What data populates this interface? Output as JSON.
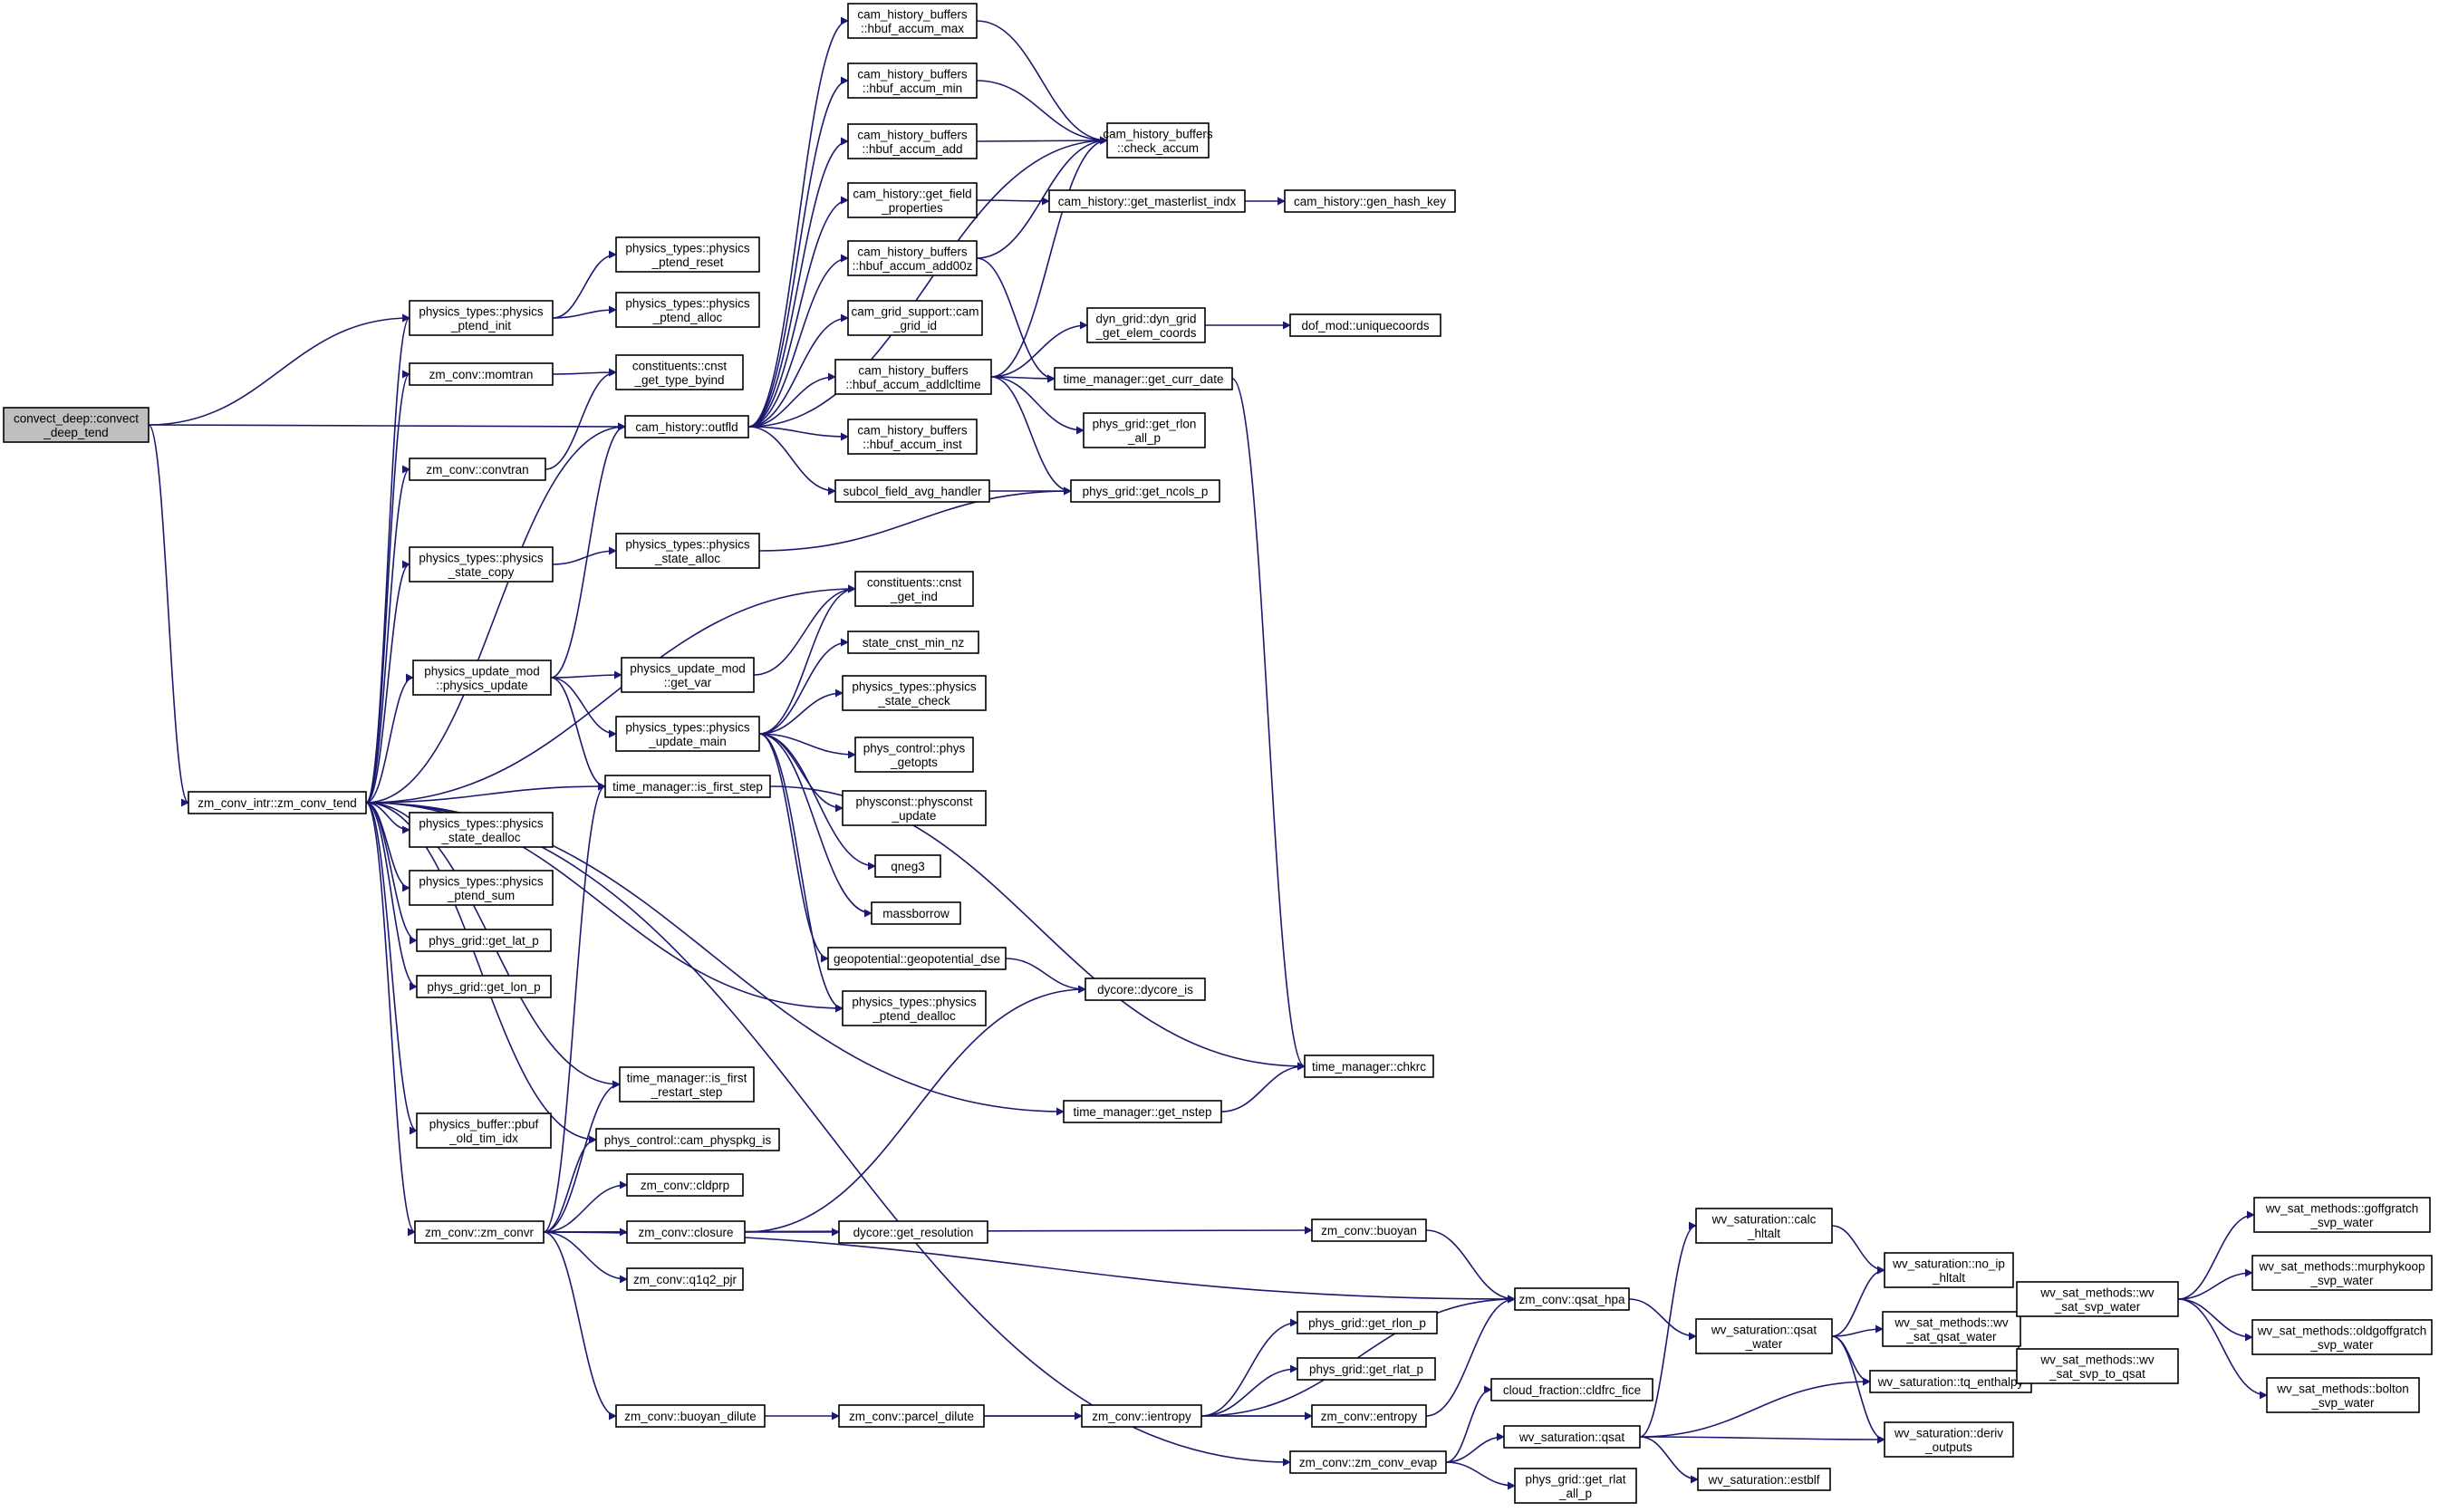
{
  "graph": {
    "root": "convect_deep",
    "edge_color": "#191970",
    "root_fill": "#bfbfbf",
    "nodes": [
      {
        "id": "convect_deep",
        "lines": [
          "convect_deep::convect",
          "_deep_tend"
        ]
      },
      {
        "id": "zm_conv_tend",
        "lines": [
          "zm_conv_intr::zm_conv_tend"
        ]
      },
      {
        "id": "ptend_init",
        "lines": [
          "physics_types::physics",
          "_ptend_init"
        ]
      },
      {
        "id": "ptend_reset",
        "lines": [
          "physics_types::physics",
          "_ptend_reset"
        ]
      },
      {
        "id": "ptend_alloc",
        "lines": [
          "physics_types::physics",
          "_ptend_alloc"
        ]
      },
      {
        "id": "momtran",
        "lines": [
          "zm_conv::momtran"
        ]
      },
      {
        "id": "cnst_get_type_byind",
        "lines": [
          "constituents::cnst",
          "_get_type_byind"
        ]
      },
      {
        "id": "outfld",
        "lines": [
          "cam_history::outfld"
        ]
      },
      {
        "id": "convtran",
        "lines": [
          "zm_conv::convtran"
        ]
      },
      {
        "id": "state_copy",
        "lines": [
          "physics_types::physics",
          "_state_copy"
        ]
      },
      {
        "id": "state_alloc",
        "lines": [
          "physics_types::physics",
          "_state_alloc"
        ]
      },
      {
        "id": "physics_update",
        "lines": [
          "physics_update_mod",
          "::physics_update"
        ]
      },
      {
        "id": "get_var",
        "lines": [
          "physics_update_mod",
          "::get_var"
        ]
      },
      {
        "id": "update_main",
        "lines": [
          "physics_types::physics",
          "_update_main"
        ]
      },
      {
        "id": "is_first_step",
        "lines": [
          "time_manager::is_first_step"
        ]
      },
      {
        "id": "state_dealloc",
        "lines": [
          "physics_types::physics",
          "_state_dealloc"
        ]
      },
      {
        "id": "ptend_sum",
        "lines": [
          "physics_types::physics",
          "_ptend_sum"
        ]
      },
      {
        "id": "get_lat_p",
        "lines": [
          "phys_grid::get_lat_p"
        ]
      },
      {
        "id": "get_lon_p",
        "lines": [
          "phys_grid::get_lon_p"
        ]
      },
      {
        "id": "is_first_restart",
        "lines": [
          "time_manager::is_first",
          "_restart_step"
        ]
      },
      {
        "id": "pbuf_old_tim",
        "lines": [
          "physics_buffer::pbuf",
          "_old_tim_idx"
        ]
      },
      {
        "id": "cam_physpkg_is",
        "lines": [
          "phys_control::cam_physpkg_is"
        ]
      },
      {
        "id": "zm_convr",
        "lines": [
          "zm_conv::zm_convr"
        ]
      },
      {
        "id": "cldprp",
        "lines": [
          "zm_conv::cldprp"
        ]
      },
      {
        "id": "closure",
        "lines": [
          "zm_conv::closure"
        ]
      },
      {
        "id": "q1q2_pjr",
        "lines": [
          "zm_conv::q1q2_pjr"
        ]
      },
      {
        "id": "buoyan_dilute",
        "lines": [
          "zm_conv::buoyan_dilute"
        ]
      },
      {
        "id": "hbuf_accum_max",
        "lines": [
          "cam_history_buffers",
          "::hbuf_accum_max"
        ]
      },
      {
        "id": "hbuf_accum_min",
        "lines": [
          "cam_history_buffers",
          "::hbuf_accum_min"
        ]
      },
      {
        "id": "hbuf_accum_add",
        "lines": [
          "cam_history_buffers",
          "::hbuf_accum_add"
        ]
      },
      {
        "id": "get_field_properties",
        "lines": [
          "cam_history::get_field",
          "_properties"
        ]
      },
      {
        "id": "hbuf_accum_add00z",
        "lines": [
          "cam_history_buffers",
          "::hbuf_accum_add00z"
        ]
      },
      {
        "id": "cam_grid_id",
        "lines": [
          "cam_grid_support::cam",
          "_grid_id"
        ]
      },
      {
        "id": "hbuf_accum_addlcltime",
        "lines": [
          "cam_history_buffers",
          "::hbuf_accum_addlcltime"
        ]
      },
      {
        "id": "hbuf_accum_inst",
        "lines": [
          "cam_history_buffers",
          "::hbuf_accum_inst"
        ]
      },
      {
        "id": "subcol_field_avg",
        "lines": [
          "subcol_field_avg_handler"
        ]
      },
      {
        "id": "cnst_get_ind",
        "lines": [
          "constituents::cnst",
          "_get_ind"
        ]
      },
      {
        "id": "state_cnst_min_nz",
        "lines": [
          "state_cnst_min_nz"
        ]
      },
      {
        "id": "state_check",
        "lines": [
          "physics_types::physics",
          "_state_check"
        ]
      },
      {
        "id": "phys_getopts",
        "lines": [
          "phys_control::phys",
          "_getopts"
        ]
      },
      {
        "id": "physconst_update",
        "lines": [
          "physconst::physconst",
          "_update"
        ]
      },
      {
        "id": "qneg3",
        "lines": [
          "qneg3"
        ]
      },
      {
        "id": "massborrow",
        "lines": [
          "massborrow"
        ]
      },
      {
        "id": "geopotential_dse",
        "lines": [
          "geopotential::geopotential_dse"
        ]
      },
      {
        "id": "ptend_dealloc",
        "lines": [
          "physics_types::physics",
          "_ptend_dealloc"
        ]
      },
      {
        "id": "get_resolution",
        "lines": [
          "dycore::get_resolution"
        ]
      },
      {
        "id": "parcel_dilute",
        "lines": [
          "zm_conv::parcel_dilute"
        ]
      },
      {
        "id": "check_accum",
        "lines": [
          "cam_history_buffers",
          "::check_accum"
        ]
      },
      {
        "id": "get_masterlist_indx",
        "lines": [
          "cam_history::get_masterlist_indx"
        ]
      },
      {
        "id": "gen_hash_key",
        "lines": [
          "cam_history::gen_hash_key"
        ]
      },
      {
        "id": "get_elem_coords",
        "lines": [
          "dyn_grid::dyn_grid",
          "_get_elem_coords"
        ]
      },
      {
        "id": "uniquecoords",
        "lines": [
          "dof_mod::uniquecoords"
        ]
      },
      {
        "id": "get_curr_date",
        "lines": [
          "time_manager::get_curr_date"
        ]
      },
      {
        "id": "get_rlon_all_p",
        "lines": [
          "phys_grid::get_rlon",
          "_all_p"
        ]
      },
      {
        "id": "get_ncols_p",
        "lines": [
          "phys_grid::get_ncols_p"
        ]
      },
      {
        "id": "dycore_is",
        "lines": [
          "dycore::dycore_is"
        ]
      },
      {
        "id": "chkrc",
        "lines": [
          "time_manager::chkrc"
        ]
      },
      {
        "id": "get_nstep",
        "lines": [
          "time_manager::get_nstep"
        ]
      },
      {
        "id": "zm_buoyan",
        "lines": [
          "zm_conv::buoyan"
        ]
      },
      {
        "id": "ientropy",
        "lines": [
          "zm_conv::ientropy"
        ]
      },
      {
        "id": "zm_conv_evap",
        "lines": [
          "zm_conv::zm_conv_evap"
        ]
      },
      {
        "id": "get_rlon_p",
        "lines": [
          "phys_grid::get_rlon_p"
        ]
      },
      {
        "id": "get_rlat_p",
        "lines": [
          "phys_grid::get_rlat_p"
        ]
      },
      {
        "id": "zm_entropy",
        "lines": [
          "zm_conv::entropy"
        ]
      },
      {
        "id": "qsat_hpa",
        "lines": [
          "zm_conv::qsat_hpa"
        ]
      },
      {
        "id": "cldfrc_fice",
        "lines": [
          "cloud_fraction::cldfrc_fice"
        ]
      },
      {
        "id": "wv_qsat",
        "lines": [
          "wv_saturation::qsat"
        ]
      },
      {
        "id": "get_rlat_all_p",
        "lines": [
          "phys_grid::get_rlat",
          "_all_p"
        ]
      },
      {
        "id": "calc_hltalt",
        "lines": [
          "wv_saturation::calc",
          "_hltalt"
        ]
      },
      {
        "id": "qsat_water",
        "lines": [
          "wv_saturation::qsat",
          "_water"
        ]
      },
      {
        "id": "estblf",
        "lines": [
          "wv_saturation::estblf"
        ]
      },
      {
        "id": "no_ip_hltalt",
        "lines": [
          "wv_saturation::no_ip",
          "_hltalt"
        ]
      },
      {
        "id": "wv_sat_qsat_water",
        "lines": [
          "wv_sat_methods::wv",
          "_sat_qsat_water"
        ]
      },
      {
        "id": "tq_enthalpy",
        "lines": [
          "wv_saturation::tq_enthalpy"
        ]
      },
      {
        "id": "deriv_outputs",
        "lines": [
          "wv_saturation::deriv",
          "_outputs"
        ]
      },
      {
        "id": "wv_sat_svp_water",
        "lines": [
          "wv_sat_methods::wv",
          "_sat_svp_water"
        ]
      },
      {
        "id": "wv_sat_svp_to_qsat",
        "lines": [
          "wv_sat_methods::wv",
          "_sat_svp_to_qsat"
        ]
      },
      {
        "id": "goffgratch",
        "lines": [
          "wv_sat_methods::goffgratch",
          "_svp_water"
        ]
      },
      {
        "id": "murphykoop",
        "lines": [
          "wv_sat_methods::murphykoop",
          "_svp_water"
        ]
      },
      {
        "id": "oldgoffgratch",
        "lines": [
          "wv_sat_methods::oldgoffgratch",
          "_svp_water"
        ]
      },
      {
        "id": "bolton",
        "lines": [
          "wv_sat_methods::bolton",
          "_svp_water"
        ]
      }
    ],
    "edges": [
      [
        "convect_deep",
        "zm_conv_tend"
      ],
      [
        "convect_deep",
        "ptend_init"
      ],
      [
        "convect_deep",
        "outfld"
      ],
      [
        "zm_conv_tend",
        "ptend_init"
      ],
      [
        "zm_conv_tend",
        "momtran"
      ],
      [
        "zm_conv_tend",
        "outfld"
      ],
      [
        "zm_conv_tend",
        "convtran"
      ],
      [
        "zm_conv_tend",
        "state_copy"
      ],
      [
        "zm_conv_tend",
        "physics_update"
      ],
      [
        "zm_conv_tend",
        "is_first_step"
      ],
      [
        "zm_conv_tend",
        "state_dealloc"
      ],
      [
        "zm_conv_tend",
        "ptend_sum"
      ],
      [
        "zm_conv_tend",
        "get_lat_p"
      ],
      [
        "zm_conv_tend",
        "get_lon_p"
      ],
      [
        "zm_conv_tend",
        "is_first_restart"
      ],
      [
        "zm_conv_tend",
        "pbuf_old_tim"
      ],
      [
        "zm_conv_tend",
        "cam_physpkg_is"
      ],
      [
        "zm_conv_tend",
        "zm_convr"
      ],
      [
        "zm_conv_tend",
        "cnst_get_ind"
      ],
      [
        "zm_conv_tend",
        "ptend_dealloc"
      ],
      [
        "zm_conv_tend",
        "get_nstep"
      ],
      [
        "zm_conv_tend",
        "zm_conv_evap"
      ],
      [
        "ptend_init",
        "ptend_reset"
      ],
      [
        "ptend_init",
        "ptend_alloc"
      ],
      [
        "momtran",
        "cnst_get_type_byind"
      ],
      [
        "convtran",
        "cnst_get_type_byind"
      ],
      [
        "state_copy",
        "state_alloc"
      ],
      [
        "state_alloc",
        "get_ncols_p"
      ],
      [
        "physics_update",
        "get_var"
      ],
      [
        "physics_update",
        "update_main"
      ],
      [
        "physics_update",
        "is_first_step"
      ],
      [
        "physics_update",
        "outfld"
      ],
      [
        "get_var",
        "cnst_get_ind"
      ],
      [
        "update_main",
        "cnst_get_ind"
      ],
      [
        "update_main",
        "state_cnst_min_nz"
      ],
      [
        "update_main",
        "state_check"
      ],
      [
        "update_main",
        "phys_getopts"
      ],
      [
        "update_main",
        "physconst_update"
      ],
      [
        "update_main",
        "qneg3"
      ],
      [
        "update_main",
        "massborrow"
      ],
      [
        "update_main",
        "geopotential_dse"
      ],
      [
        "update_main",
        "ptend_dealloc"
      ],
      [
        "is_first_step",
        "chkrc"
      ],
      [
        "geopotential_dse",
        "dycore_is"
      ],
      [
        "closure",
        "dycore_is"
      ],
      [
        "closure",
        "get_resolution"
      ],
      [
        "zm_convr",
        "cldprp"
      ],
      [
        "zm_convr",
        "closure"
      ],
      [
        "zm_convr",
        "q1q2_pjr"
      ],
      [
        "zm_convr",
        "buoyan_dilute"
      ],
      [
        "zm_convr",
        "zm_buoyan"
      ],
      [
        "zm_convr",
        "qsat_hpa"
      ],
      [
        "zm_convr",
        "is_first_step"
      ],
      [
        "zm_convr",
        "is_first_restart"
      ],
      [
        "zm_convr",
        "cam_physpkg_is"
      ],
      [
        "buoyan_dilute",
        "parcel_dilute"
      ],
      [
        "parcel_dilute",
        "ientropy"
      ],
      [
        "parcel_dilute",
        "zm_entropy"
      ],
      [
        "ientropy",
        "get_rlon_p"
      ],
      [
        "ientropy",
        "get_rlat_p"
      ],
      [
        "ientropy",
        "zm_entropy"
      ],
      [
        "ientropy",
        "qsat_hpa"
      ],
      [
        "zm_entropy",
        "qsat_hpa"
      ],
      [
        "zm_buoyan",
        "qsat_hpa"
      ],
      [
        "qsat_hpa",
        "qsat_water"
      ],
      [
        "zm_conv_evap",
        "cldfrc_fice"
      ],
      [
        "zm_conv_evap",
        "wv_qsat"
      ],
      [
        "zm_conv_evap",
        "get_rlat_all_p"
      ],
      [
        "wv_qsat",
        "calc_hltalt"
      ],
      [
        "wv_qsat",
        "estblf"
      ],
      [
        "wv_qsat",
        "tq_enthalpy"
      ],
      [
        "wv_qsat",
        "deriv_outputs"
      ],
      [
        "calc_hltalt",
        "no_ip_hltalt"
      ],
      [
        "qsat_water",
        "no_ip_hltalt"
      ],
      [
        "qsat_water",
        "wv_sat_qsat_water"
      ],
      [
        "qsat_water",
        "tq_enthalpy"
      ],
      [
        "qsat_water",
        "deriv_outputs"
      ],
      [
        "wv_sat_qsat_water",
        "wv_sat_svp_water"
      ],
      [
        "wv_sat_qsat_water",
        "wv_sat_svp_to_qsat"
      ],
      [
        "wv_sat_svp_water",
        "goffgratch"
      ],
      [
        "wv_sat_svp_water",
        "murphykoop"
      ],
      [
        "wv_sat_svp_water",
        "oldgoffgratch"
      ],
      [
        "wv_sat_svp_water",
        "bolton"
      ],
      [
        "get_nstep",
        "chkrc"
      ],
      [
        "outfld",
        "hbuf_accum_max"
      ],
      [
        "outfld",
        "hbuf_accum_min"
      ],
      [
        "outfld",
        "hbuf_accum_add"
      ],
      [
        "outfld",
        "get_field_properties"
      ],
      [
        "outfld",
        "hbuf_accum_add00z"
      ],
      [
        "outfld",
        "cam_grid_id"
      ],
      [
        "outfld",
        "hbuf_accum_addlcltime"
      ],
      [
        "outfld",
        "hbuf_accum_inst"
      ],
      [
        "outfld",
        "subcol_field_avg"
      ],
      [
        "outfld",
        "check_accum"
      ],
      [
        "hbuf_accum_max",
        "check_accum"
      ],
      [
        "hbuf_accum_min",
        "check_accum"
      ],
      [
        "hbuf_accum_add",
        "check_accum"
      ],
      [
        "hbuf_accum_add00z",
        "check_accum"
      ],
      [
        "hbuf_accum_add00z",
        "get_curr_date"
      ],
      [
        "hbuf_accum_addlcltime",
        "check_accum"
      ],
      [
        "hbuf_accum_addlcltime",
        "get_elem_coords"
      ],
      [
        "hbuf_accum_addlcltime",
        "get_curr_date"
      ],
      [
        "hbuf_accum_addlcltime",
        "get_rlon_all_p"
      ],
      [
        "hbuf_accum_addlcltime",
        "get_ncols_p"
      ],
      [
        "get_field_properties",
        "get_masterlist_indx"
      ],
      [
        "get_masterlist_indx",
        "gen_hash_key"
      ],
      [
        "get_elem_coords",
        "uniquecoords"
      ],
      [
        "get_curr_date",
        "chkrc"
      ],
      [
        "subcol_field_avg",
        "get_ncols_p"
      ]
    ]
  }
}
